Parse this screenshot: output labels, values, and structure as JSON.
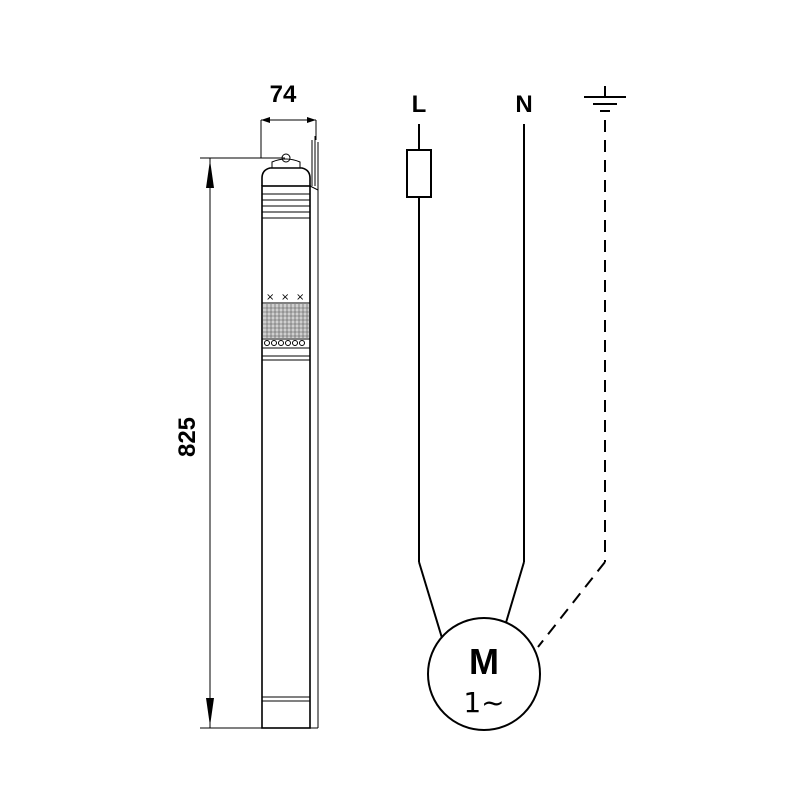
{
  "dimensions": {
    "diameter": "74",
    "length": "825"
  },
  "wiring": {
    "line_label": "L",
    "neutral_label": "N",
    "ground_symbol": "ground-icon"
  },
  "motor": {
    "letter": "M",
    "phase": "1~"
  }
}
